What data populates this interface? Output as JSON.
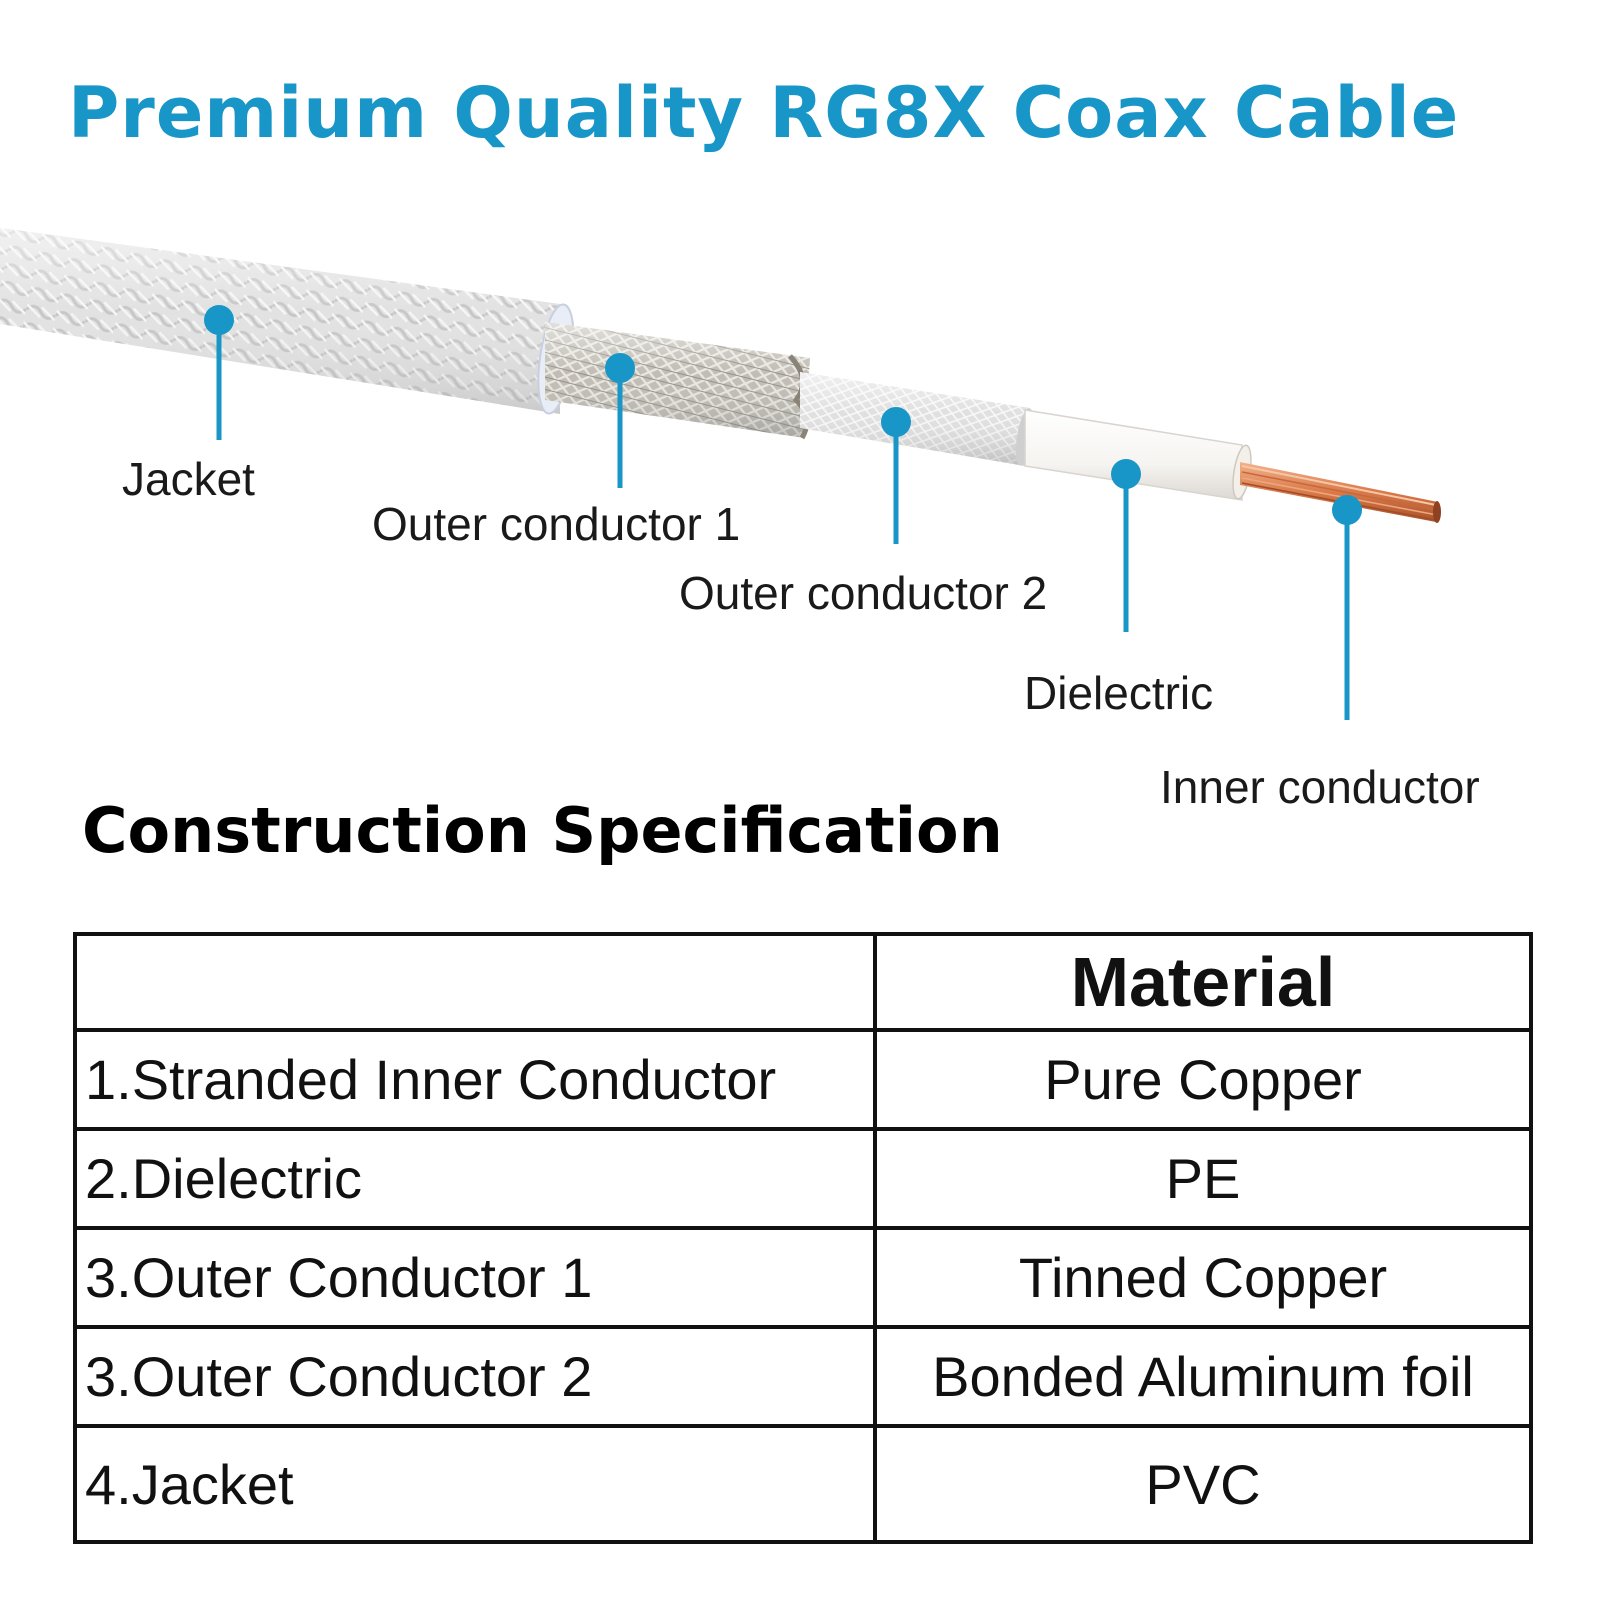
{
  "title": "Premium Quality RG8X Coax Cable",
  "accent_color": "#1896c8",
  "callouts": [
    {
      "label": "Jacket"
    },
    {
      "label": "Outer conductor 1"
    },
    {
      "label": "Outer conductor 2"
    },
    {
      "label": "Dielectric"
    },
    {
      "label": "Inner conductor"
    }
  ],
  "section_title": "Construction Specification",
  "table": {
    "header": {
      "part": "",
      "material": "Material"
    },
    "rows": [
      {
        "part": "1.Stranded Inner Conductor",
        "material": "Pure Copper"
      },
      {
        "part": "2.Dielectric",
        "material": "PE"
      },
      {
        "part": "3.Outer Conductor 1",
        "material": "Tinned Copper"
      },
      {
        "part": "3.Outer Conductor 2",
        "material": "Bonded Aluminum foil"
      },
      {
        "part": "4.Jacket",
        "material": "PVC"
      }
    ]
  }
}
